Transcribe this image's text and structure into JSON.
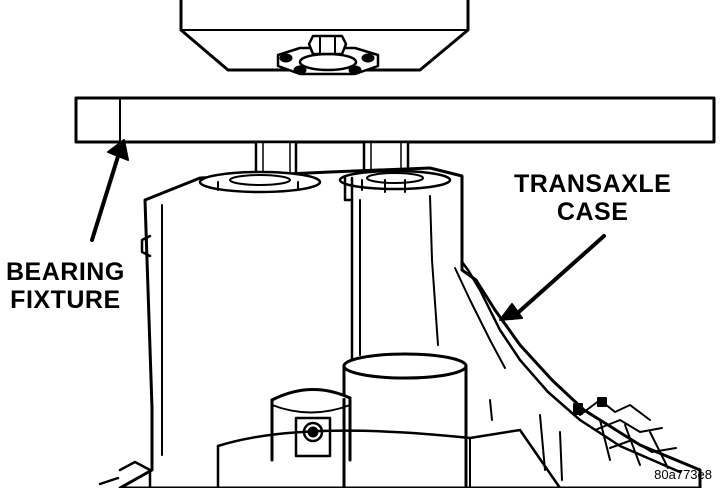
{
  "labels": {
    "bearing_fixture": [
      "BEARING",
      "FIXTURE"
    ],
    "transaxle_case": [
      "TRANSAXLE",
      "CASE"
    ]
  },
  "figure_code": "80a773e8",
  "colors": {
    "ink": "#000000",
    "paper": "#ffffff"
  }
}
